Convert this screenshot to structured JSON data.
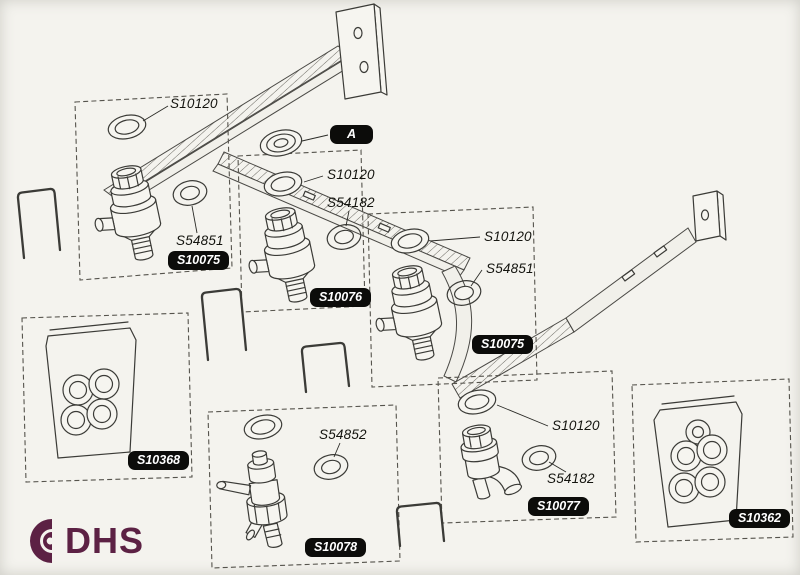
{
  "colors": {
    "paper": "#f4f3ee",
    "badge_bg": "#0c0c0a",
    "badge_text": "#ffffff",
    "logo": "#5c2144"
  },
  "marker": {
    "label": "A"
  },
  "groups": {
    "valve1": {
      "ring": "S10120",
      "washer": "S54851",
      "part": "S10075"
    },
    "valve2": {
      "ring": "S10120",
      "washer": "S54182",
      "part": "S10076"
    },
    "valve3": {
      "ring": "S10120",
      "washer": "S54851",
      "part": "S10075"
    },
    "valve4": {
      "washer": "S54852",
      "part": "S10078"
    },
    "valve5": {
      "ring": "S10120",
      "washer": "S54182",
      "part": "S10077"
    },
    "bag_left": {
      "part": "S10368"
    },
    "bag_right": {
      "part": "S10362"
    }
  },
  "logo": {
    "text": "DHS"
  }
}
